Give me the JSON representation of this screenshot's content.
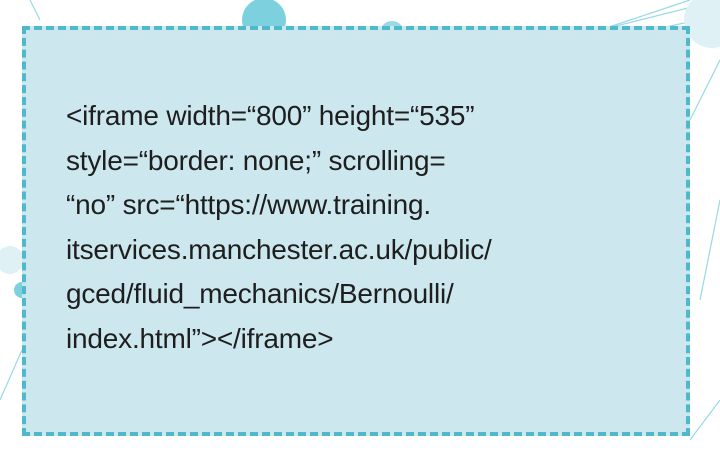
{
  "colors": {
    "box_fill": "#cde7ef",
    "border": "#4fb9cb",
    "text": "#1e1e1e",
    "accent": "#7dd0de"
  },
  "code_lines": [
    "<iframe width=“800” height=“535”",
    "style=“border: none;” scrolling=",
    "“no” src=“https://www.training.",
    "itservices.manchester.ac.uk/public/",
    "gced/fluid_mechanics/Bernoulli/",
    "index.html”></iframe>"
  ]
}
